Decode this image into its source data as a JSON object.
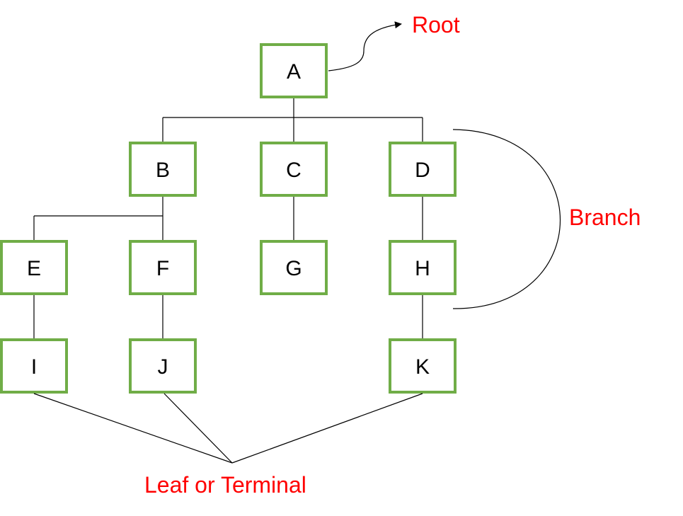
{
  "diagram": {
    "colors": {
      "node_border": "#70ad47",
      "node_fill": "#ffffff",
      "line": "#000000",
      "annotation": "#ff0000"
    },
    "nodes": [
      {
        "id": "A",
        "label": "A"
      },
      {
        "id": "B",
        "label": "B"
      },
      {
        "id": "C",
        "label": "C"
      },
      {
        "id": "D",
        "label": "D"
      },
      {
        "id": "E",
        "label": "E"
      },
      {
        "id": "F",
        "label": "F"
      },
      {
        "id": "G",
        "label": "G"
      },
      {
        "id": "H",
        "label": "H"
      },
      {
        "id": "I",
        "label": "I"
      },
      {
        "id": "J",
        "label": "J"
      },
      {
        "id": "K",
        "label": "K"
      }
    ],
    "edges": [
      {
        "from": "A",
        "to": "B"
      },
      {
        "from": "A",
        "to": "C"
      },
      {
        "from": "A",
        "to": "D"
      },
      {
        "from": "B",
        "to": "E"
      },
      {
        "from": "B",
        "to": "F"
      },
      {
        "from": "C",
        "to": "G"
      },
      {
        "from": "D",
        "to": "H"
      },
      {
        "from": "E",
        "to": "I"
      },
      {
        "from": "F",
        "to": "J"
      },
      {
        "from": "H",
        "to": "K"
      }
    ],
    "annotations": {
      "root": "Root",
      "branch": "Branch",
      "leaf": "Leaf or Terminal"
    }
  }
}
